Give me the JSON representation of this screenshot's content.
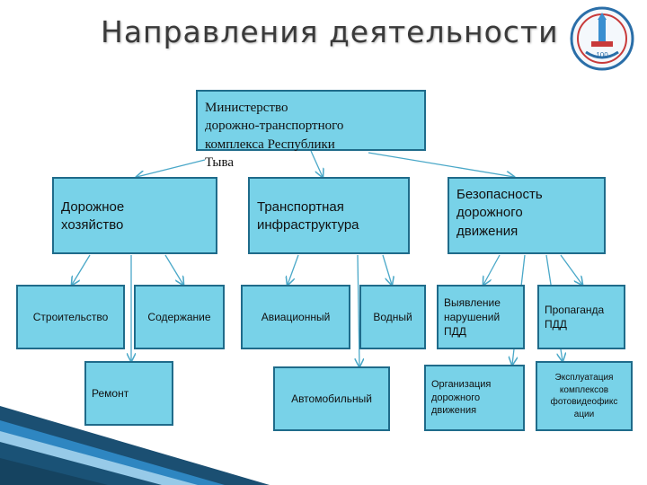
{
  "title": "Направления деятельности",
  "root": {
    "lines": [
      " Министерство",
      "дорожно-транспортного",
      "комплекса Республики",
      "Тыва"
    ]
  },
  "level1": [
    {
      "lines": [
        "Дорожное",
        "хозяйство"
      ]
    },
    {
      "lines": [
        "Транспортная",
        "инфраструктура"
      ]
    },
    {
      "lines": [
        "Безопасность",
        "дорожного",
        "движения"
      ]
    }
  ],
  "level2": {
    "stroitelstvo": "Строительство",
    "soderzhanie": "Содержание",
    "remont": "Ремонт",
    "aviacionny": "Авиационный",
    "vodny": "Водный",
    "avtomobilny": "Автомобильный",
    "vyyavlenie": [
      "Выявление",
      "нарушений",
      "ПДД"
    ],
    "propaganda": [
      "Пропаганда",
      "ПДД"
    ],
    "organizaciya": [
      "Организация",
      "дорожного",
      "движения"
    ],
    "ekspluataciya": [
      "Эксплуатация",
      "комплексов",
      "фотовидеофикс",
      "ации"
    ]
  },
  "colors": {
    "box_fill": "#78d2e8",
    "box_border": "#1f6b8a",
    "connector": "#4aa8c8"
  },
  "icons": [
    "organization-emblem"
  ]
}
